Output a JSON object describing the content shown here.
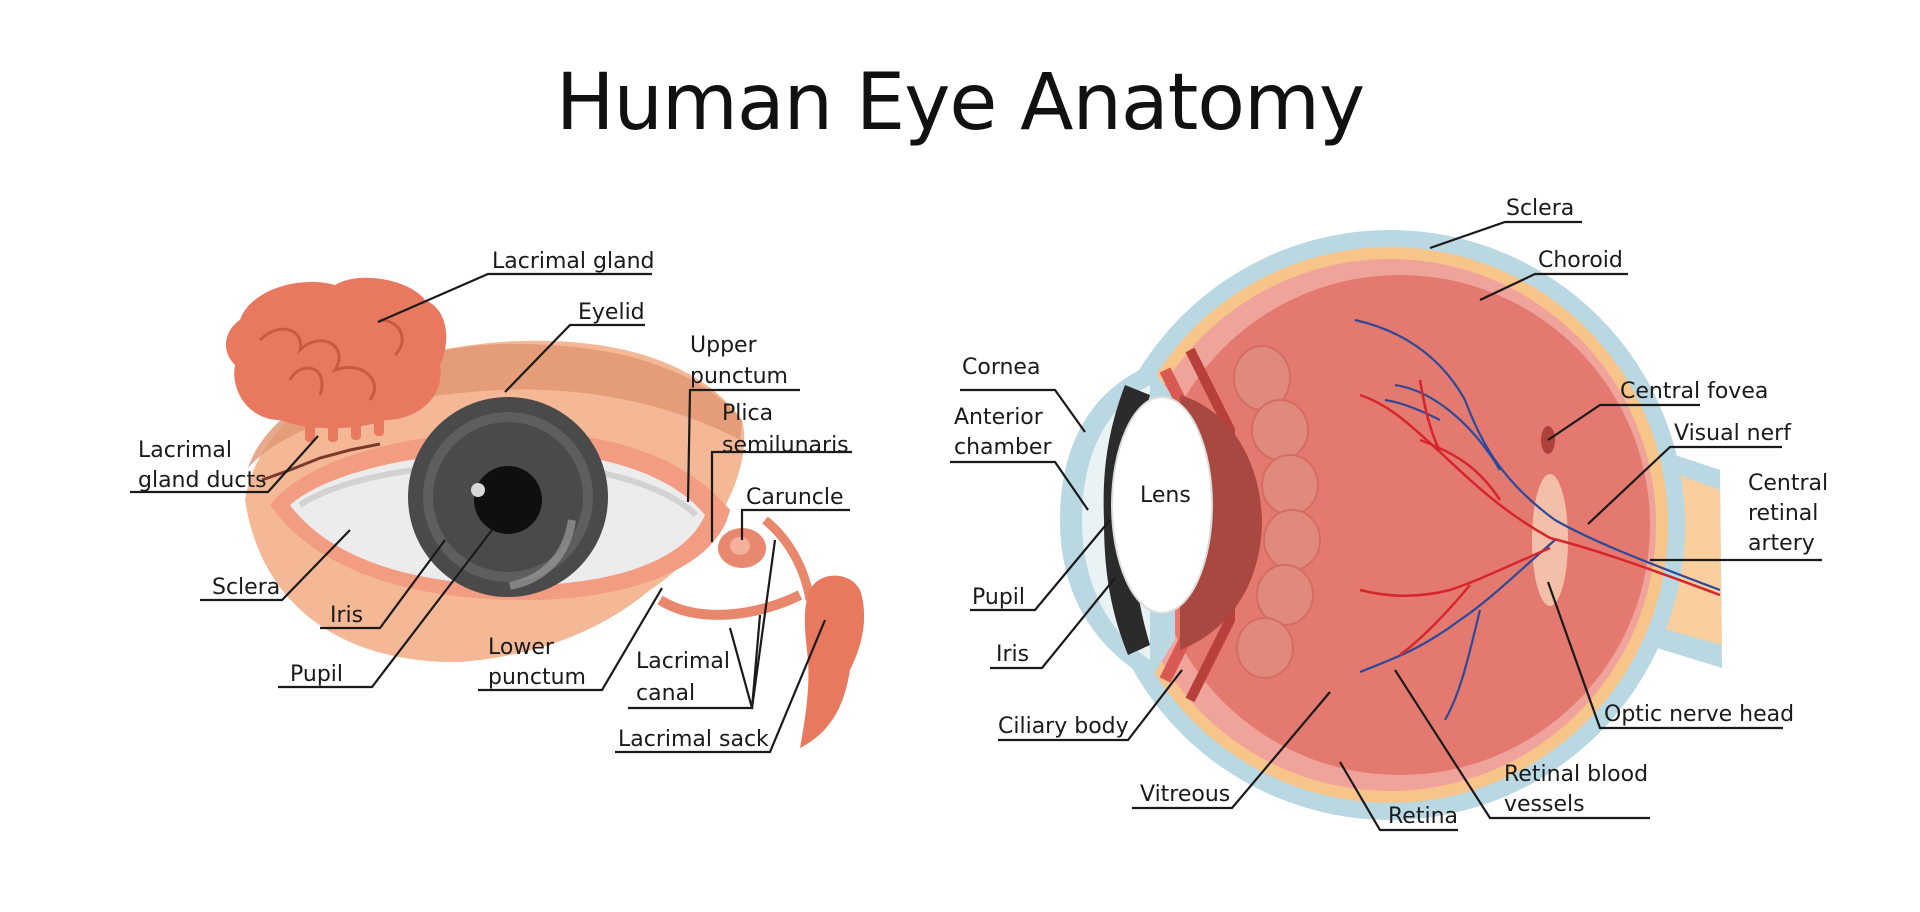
{
  "title": "Human Eye Anatomy",
  "external_eye": {
    "labels": {
      "lacrimal_gland": "Lacrimal gland",
      "eyelid": "Eyelid",
      "upper_punctum_1": "Upper",
      "upper_punctum_2": "punctum",
      "plica_1": "Plica",
      "plica_2": "semilunaris",
      "caruncle": "Caruncle",
      "lacrimal_ducts_1": "Lacrimal",
      "lacrimal_ducts_2": "gland ducts",
      "sclera": "Sclera",
      "iris": "Iris",
      "pupil": "Pupil",
      "lower_punctum_1": "Lower",
      "lower_punctum_2": "punctum",
      "lacrimal_canal_1": "Lacrimal",
      "lacrimal_canal_2": "canal",
      "lacrimal_sack": "Lacrimal sack"
    }
  },
  "cross_section": {
    "labels": {
      "sclera": "Sclera",
      "choroid": "Choroid",
      "cornea": "Cornea",
      "anterior_1": "Anterior",
      "anterior_2": "chamber",
      "lens": "Lens",
      "central_fovea": "Central fovea",
      "visual_nerf": "Visual nerf",
      "central_artery_1": "Central",
      "central_artery_2": "retinal",
      "central_artery_3": "artery",
      "pupil": "Pupil",
      "iris": "Iris",
      "ciliary_body": "Ciliary body",
      "optic_nerve_head": "Optic nerve head",
      "vitreous": "Vitreous",
      "retina": "Retina",
      "retinal_vessels_1": "Retinal blood",
      "retinal_vessels_2": "vessels"
    }
  },
  "colors": {
    "skin": "#f5b896",
    "skin_dark": "#e09670",
    "gland": "#e8795e",
    "iris": "#4a4a4a",
    "sclera_outer": "#b9d8e2",
    "choroid": "#f7c48a",
    "retina": "#f0a39a",
    "vitreous": "#e4796f",
    "vein": "#2d4a9a",
    "artery": "#d7262b",
    "nerve": "#f9cfa0"
  }
}
